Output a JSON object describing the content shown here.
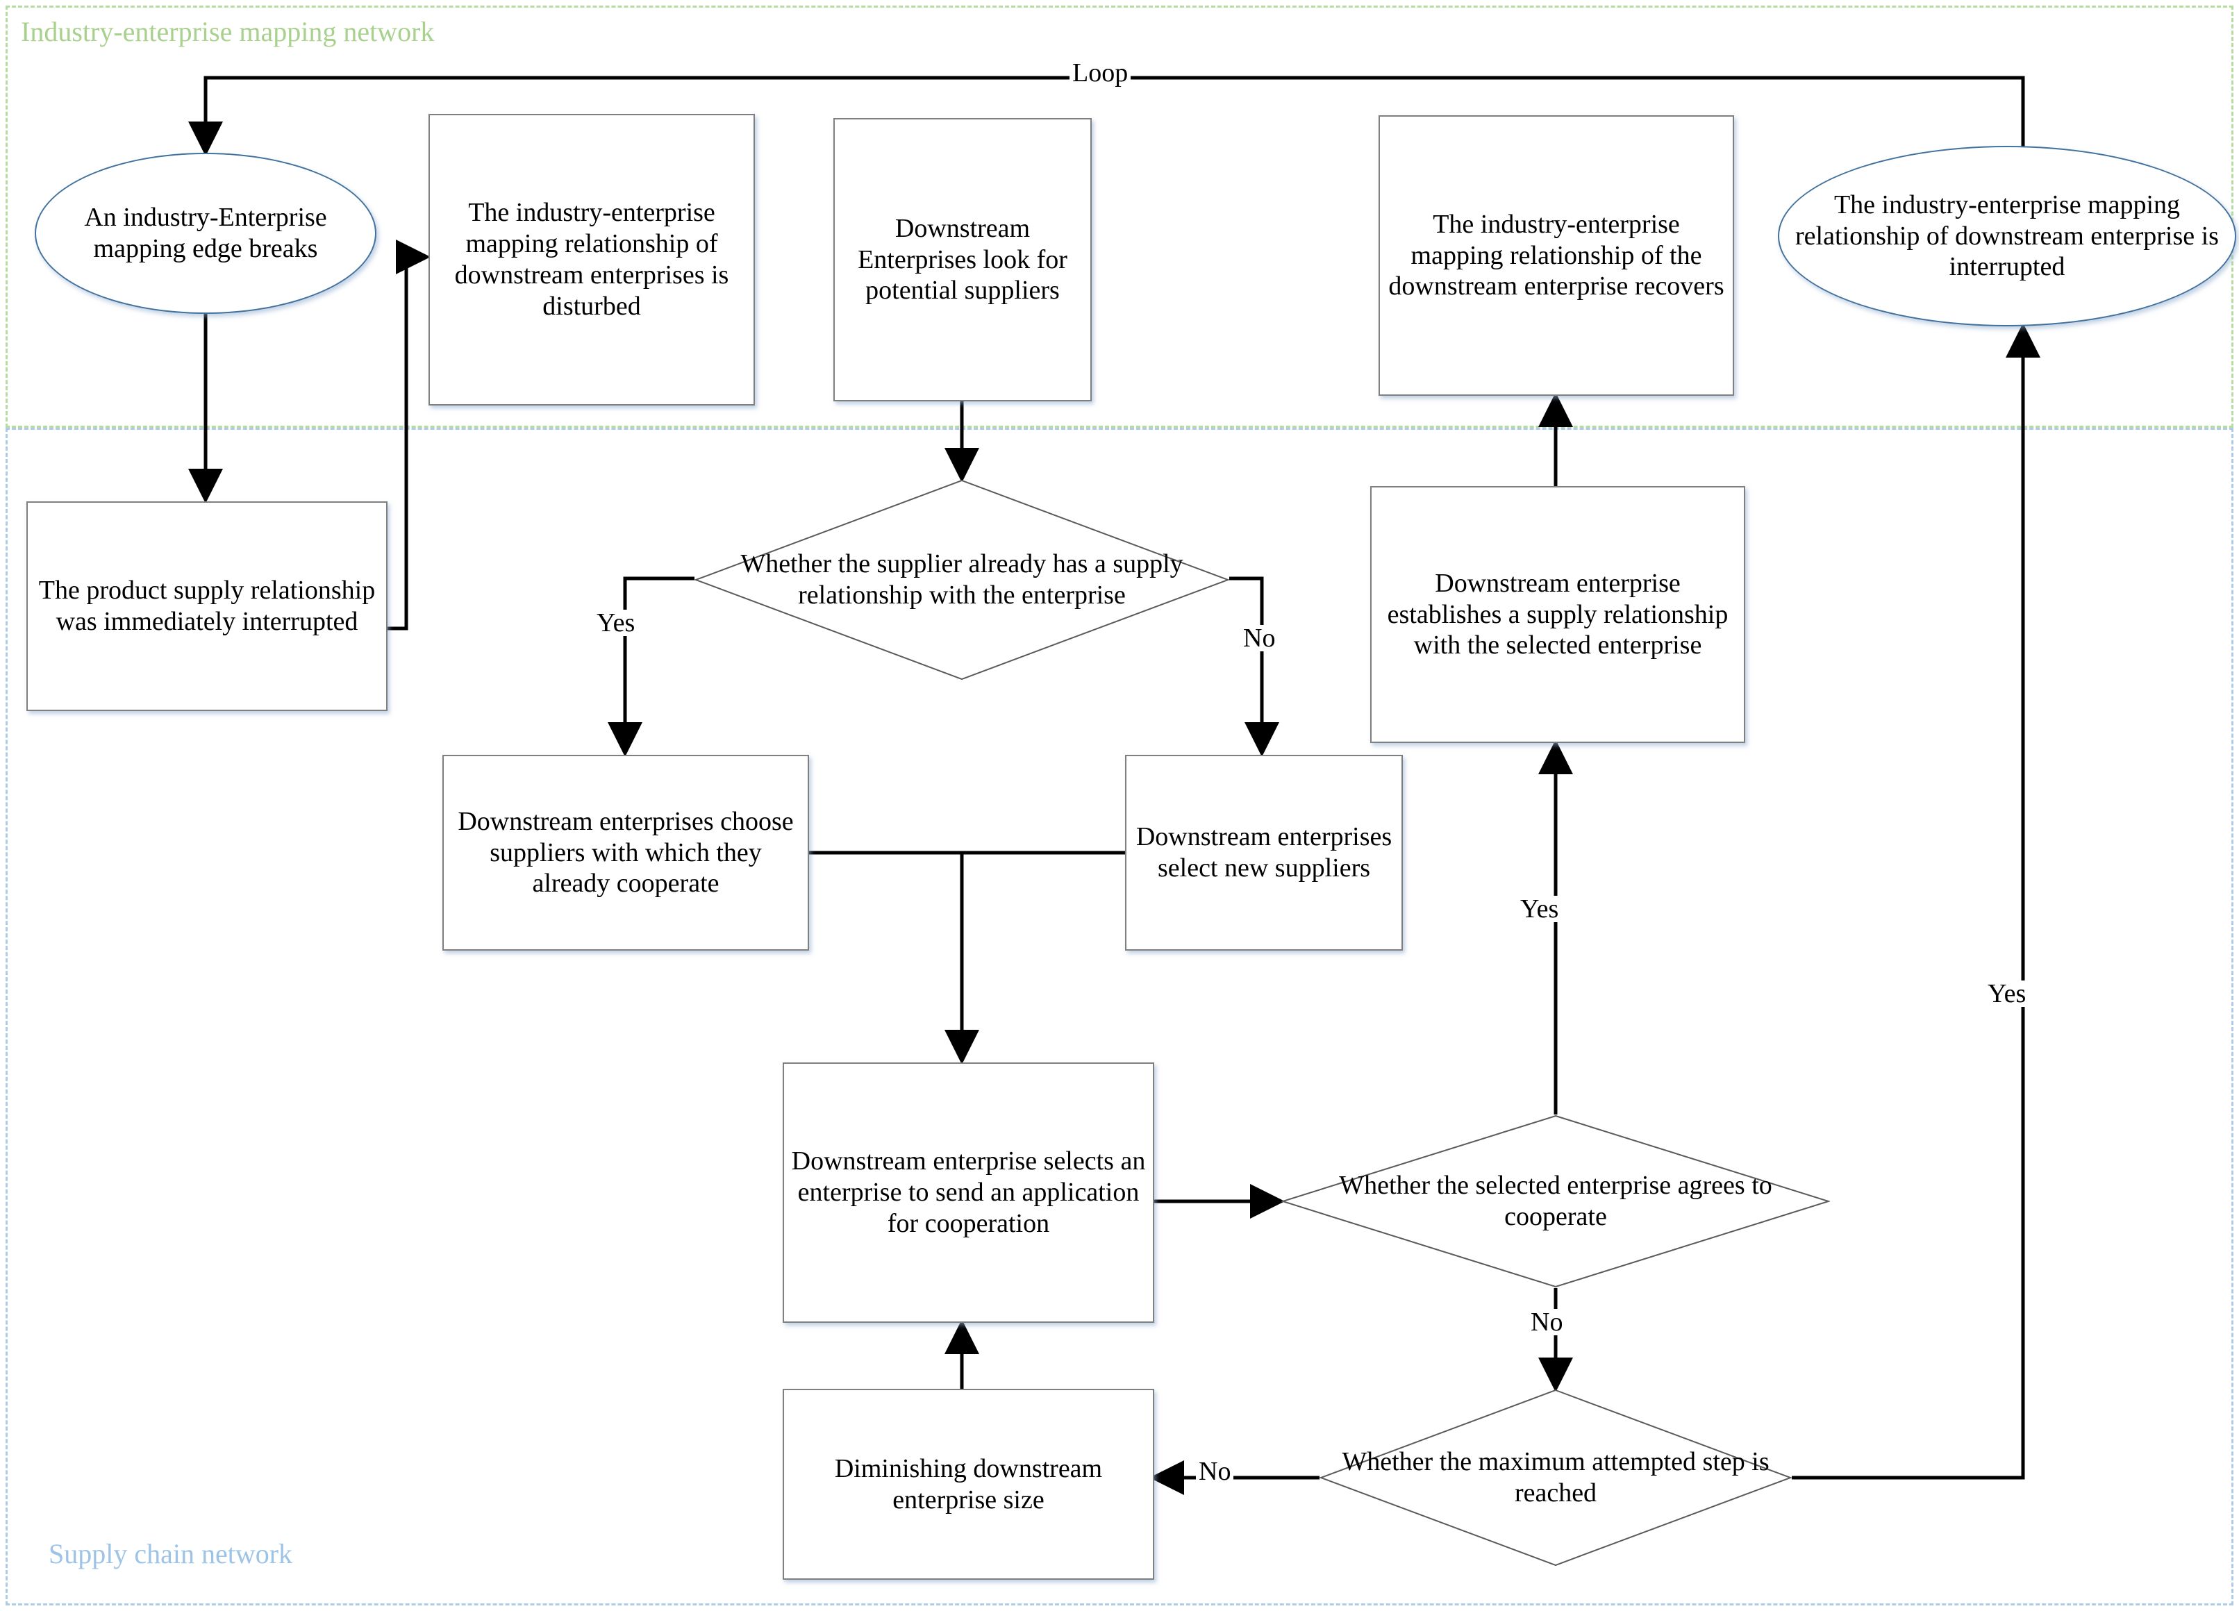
{
  "regions": {
    "industry": {
      "label": "Industry-enterprise mapping network",
      "color": "#a9d18e"
    },
    "supply": {
      "label": "Supply chain network",
      "color": "#9dc3e6"
    }
  },
  "nodes": {
    "edge_breaks": "An industry-Enterprise mapping edge breaks",
    "mapping_disturbed": "The industry-enterprise mapping relationship of downstream enterprises is disturbed",
    "look_suppliers": "Downstream Enterprises look for potential suppliers",
    "mapping_recovers": "The industry-enterprise mapping relationship of the downstream enterprise recovers",
    "mapping_interrupted": "The industry-enterprise mapping relationship of downstream enterprise is interrupted",
    "supply_interrupted": "The product supply relationship was immediately interrupted",
    "decision_supplier": "Whether the supplier already has a supply relationship with the enterprise",
    "establish_supply": "Downstream enterprise establishes a supply relationship with the selected enterprise",
    "choose_existing": "Downstream enterprises choose suppliers with which they already cooperate",
    "select_new": "Downstream enterprises select new suppliers",
    "send_application": "Downstream enterprise selects an enterprise to send an application for cooperation",
    "decision_agrees": "Whether the selected enterprise agrees to cooperate",
    "diminish_size": "Diminishing downstream enterprise size",
    "decision_maxstep": "Whether the maximum attempted step is reached"
  },
  "edge_labels": {
    "loop": "Loop",
    "supplier_yes": "Yes",
    "supplier_no": "No",
    "agrees_yes": "Yes",
    "agrees_no": "No",
    "maxstep_no": "No",
    "maxstep_yes": "Yes"
  }
}
